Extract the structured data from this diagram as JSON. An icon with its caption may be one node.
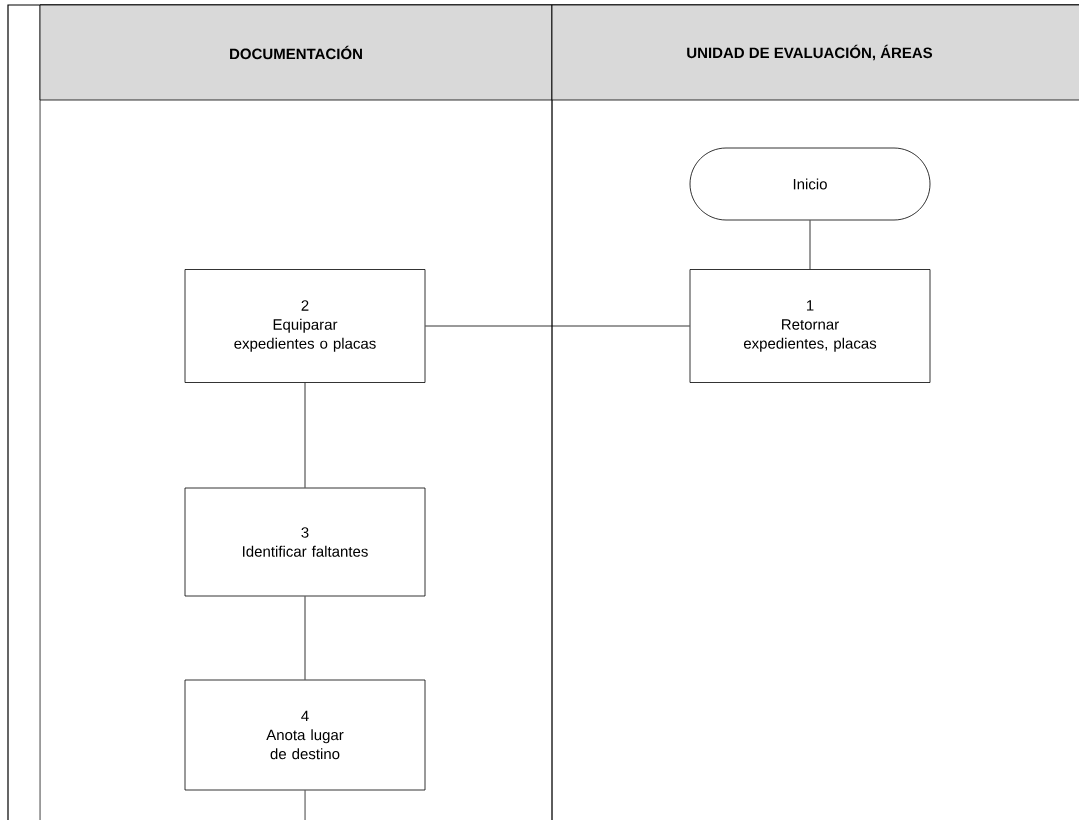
{
  "diagram": {
    "nodes": [
      {
        "text": [
          "DOCUMENTACIÓN"
        ]
      },
      {
        "text": [
          "UNIDAD DE EVALUACIÓN, ÁREAS"
        ]
      },
      {
        "text": [
          "Inicio"
        ],
        "in": 1
      },
      {
        "text": [
          "2",
          "Equiparar expedientes o placas"
        ],
        "in": 0
      },
      {
        "text": [
          "1",
          "Retornar expedientes, placas"
        ],
        "in": 1
      },
      {
        "text": [
          "3",
          "Identificar faltantes"
        ],
        "in": 0
      },
      {
        "text": [
          "4",
          "Anota lugar de destino"
        ],
        "in": 0
      }
    ],
    "edges": [
      {
        "from": 2,
        "to": 4,
        "arrow": "none"
      },
      {
        "from": 4,
        "to": 3,
        "arrow": "none"
      },
      {
        "from": 3,
        "to": 5,
        "arrow": "none"
      },
      {
        "from": 5,
        "to": 6,
        "arrow": "none"
      },
      {
        "from": 6,
        "to": null,
        "arrow": "none"
      }
    ]
  }
}
